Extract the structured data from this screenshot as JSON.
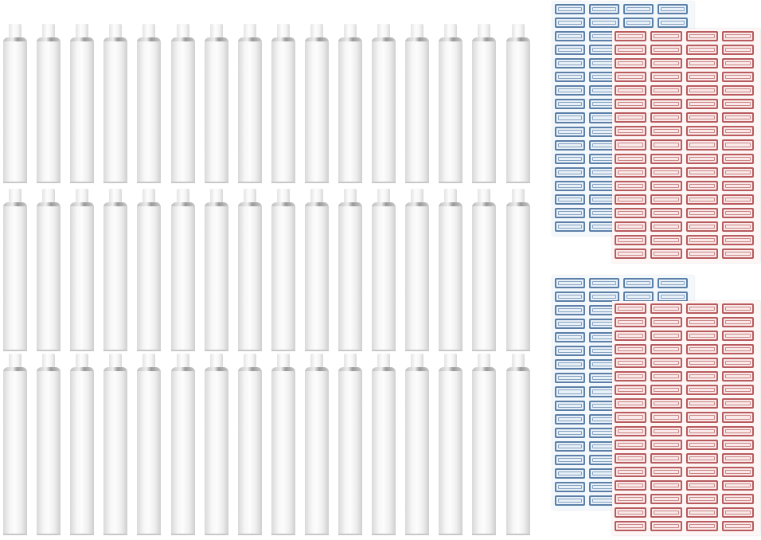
{
  "product": {
    "tubes": {
      "rows": 3,
      "columns": 16,
      "color": "#f2f2f2"
    },
    "label_sheets": [
      {
        "color": "blue",
        "border": "#5b7fa8",
        "background": "#e9f1f8",
        "rows": 17,
        "columns": 4
      },
      {
        "color": "red",
        "border": "#b85a5e",
        "background": "#f9e9e8",
        "rows": 17,
        "columns": 4
      },
      {
        "color": "blue",
        "border": "#5b7fa8",
        "background": "#e9f1f8",
        "rows": 17,
        "columns": 4
      },
      {
        "color": "red",
        "border": "#b85a5e",
        "background": "#f9e9e8",
        "rows": 17,
        "columns": 4
      }
    ]
  }
}
